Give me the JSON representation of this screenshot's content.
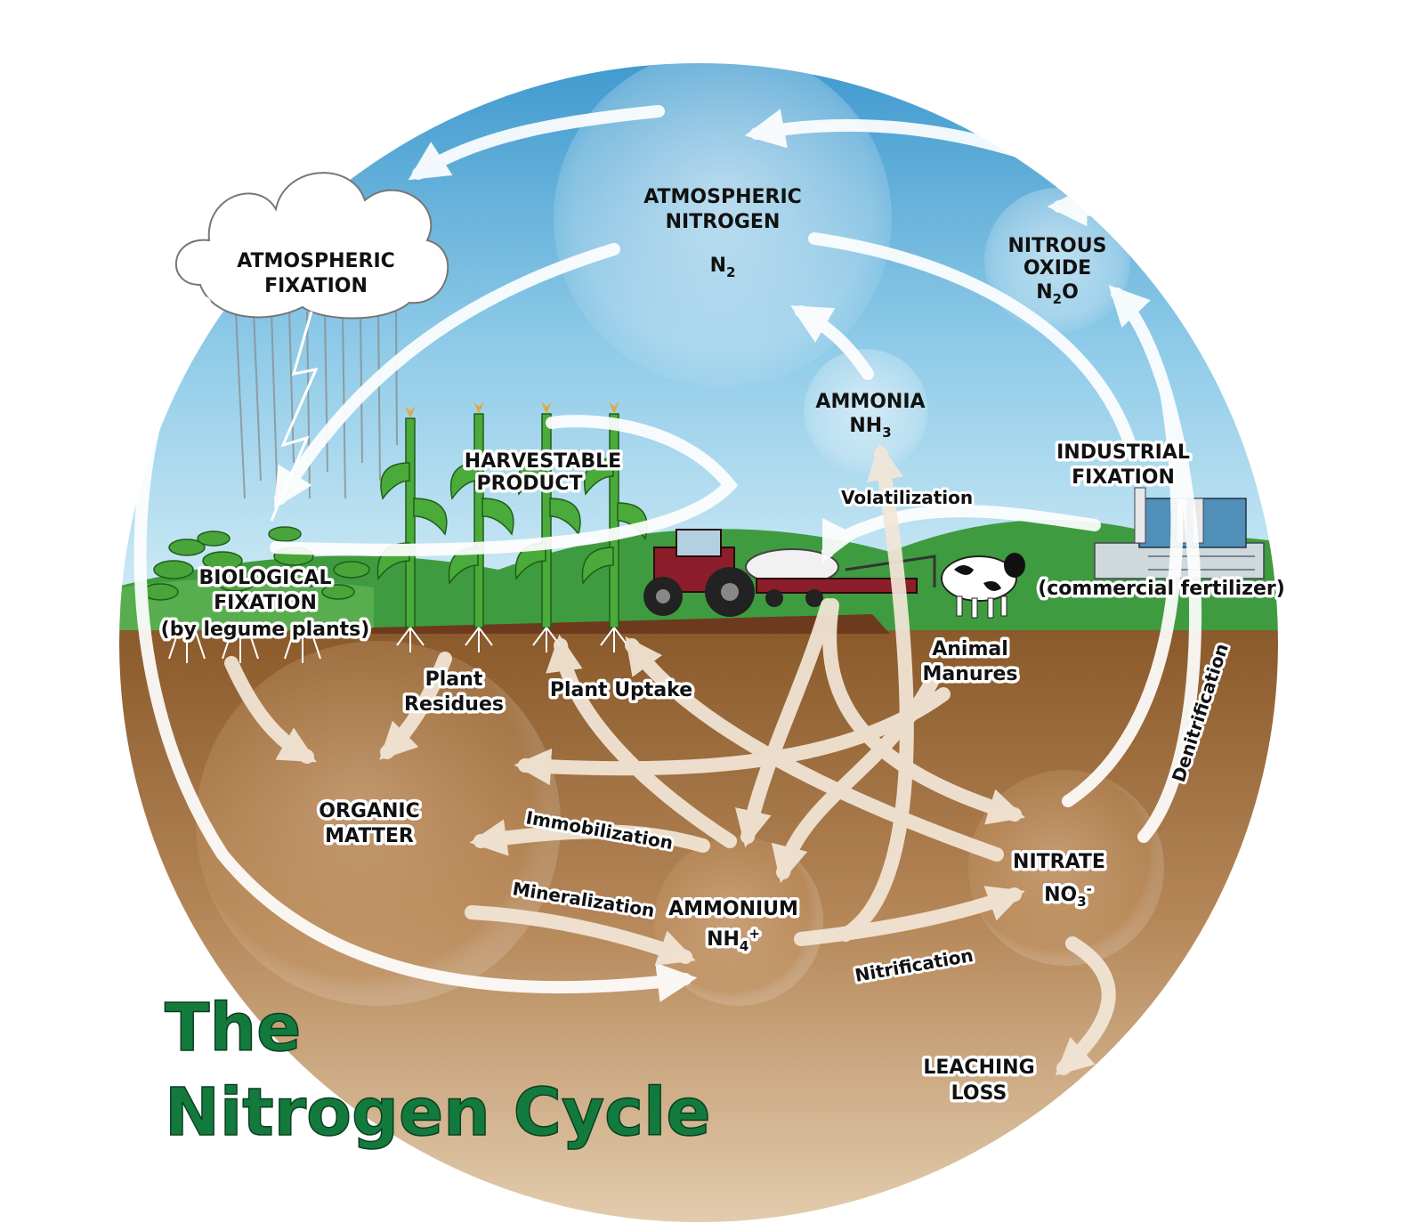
{
  "title": {
    "line1": "The",
    "line2": "Nitrogen Cycle"
  },
  "nodes": {
    "atmospheric_nitrogen": {
      "line1": "ATMOSPHERIC",
      "line2": "NITROGEN",
      "formula": "N",
      "sub": "2"
    },
    "atmospheric_fixation": {
      "line1": "ATMOSPHERIC",
      "line2": "FIXATION"
    },
    "nitrous_oxide": {
      "line1": "NITROUS",
      "line2": "OXIDE",
      "formula": "N",
      "sub": "2",
      "tail": "O"
    },
    "ammonia": {
      "line1": "AMMONIA",
      "formula": "NH",
      "sub": "3"
    },
    "industrial_fixation": {
      "line1": "INDUSTRIAL",
      "line2": "FIXATION",
      "line3": "(commercial fertilizer)"
    },
    "harvestable_product": {
      "line1": "HARVESTABLE",
      "line2": "PRODUCT"
    },
    "biological_fixation": {
      "line1": "BIOLOGICAL",
      "line2": "FIXATION",
      "line3": "(by legume plants)"
    },
    "plant_residues": {
      "line1": "Plant",
      "line2": "Residues"
    },
    "plant_uptake": {
      "line1": "Plant Uptake"
    },
    "animal_manures": {
      "line1": "Animal",
      "line2": "Manures"
    },
    "organic_matter": {
      "line1": "ORGANIC",
      "line2": "MATTER"
    },
    "ammonium": {
      "line1": "AMMONIUM",
      "formula": "NH",
      "sub": "4",
      "sup": "+"
    },
    "nitrate": {
      "line1": "NITRATE",
      "formula": "NO",
      "sub": "3",
      "sup": "-"
    },
    "leaching_loss": {
      "line1": "LEACHING",
      "line2": "LOSS"
    }
  },
  "processes": {
    "volatilization": "Volatilization",
    "immobilization": "Immobilization",
    "mineralization": "Mineralization",
    "nitrification": "Nitrification",
    "denitrification": "Denitrification"
  },
  "colors": {
    "sky_top": "#2f8fc9",
    "sky_bottom": "#d6eef7",
    "hills": "#3f9b3f",
    "soil_top": "#8a5a2b",
    "soil_bottom": "#e7d3b6",
    "arrow": "#ffffff",
    "title": "#137a3e"
  }
}
